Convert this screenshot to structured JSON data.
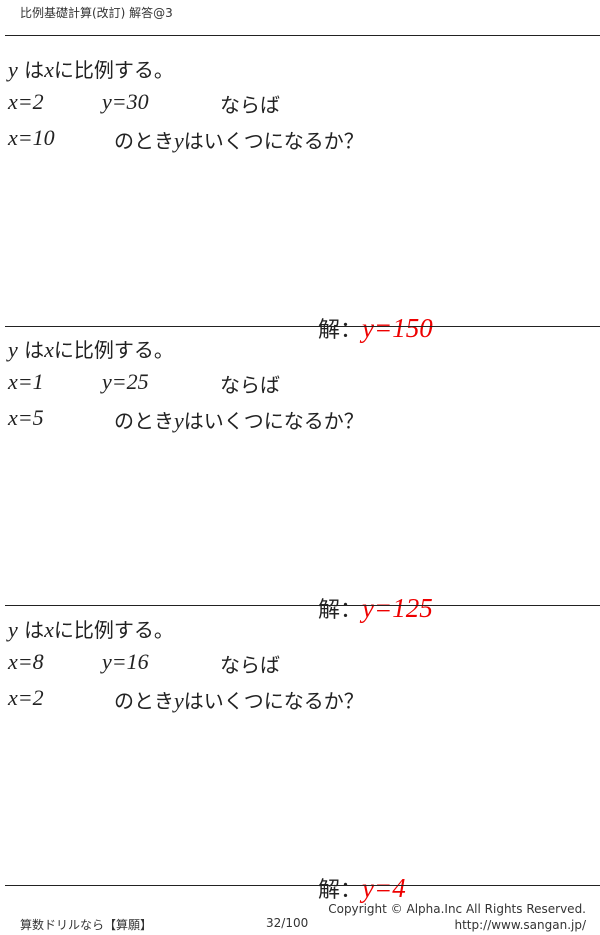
{
  "header": {
    "title": "比例基礎計算(改訂) 解答@3"
  },
  "problems": [
    {
      "intro_var": "y",
      "intro_mid": "は",
      "intro_var2": "x",
      "intro_end": "に比例する。",
      "given_x": "x=2",
      "given_y": "y=30",
      "given_tail": "ならば",
      "ask_x": "x=10",
      "ask_mid": "のとき",
      "ask_var": "y",
      "ask_tail": "はいくつになるか？",
      "answer_label": "解：",
      "answer": "y=150"
    },
    {
      "intro_var": "y",
      "intro_mid": "は",
      "intro_var2": "x",
      "intro_end": "に比例する。",
      "given_x": "x=1",
      "given_y": "y=25",
      "given_tail": "ならば",
      "ask_x": "x=5",
      "ask_mid": "のとき",
      "ask_var": "y",
      "ask_tail": "はいくつになるか？",
      "answer_label": "解：",
      "answer": "y=125"
    },
    {
      "intro_var": "y",
      "intro_mid": "は",
      "intro_var2": "x",
      "intro_end": "に比例する。",
      "given_x": "x=8",
      "given_y": "y=16",
      "given_tail": "ならば",
      "ask_x": "x=2",
      "ask_mid": "のとき",
      "ask_var": "y",
      "ask_tail": "はいくつになるか？",
      "answer_label": "解：",
      "answer": "y=4"
    }
  ],
  "footer": {
    "brand": "算数ドリルなら【算願】",
    "page": "32/100",
    "copyright": "Copyright ©  Alpha.Inc All Rights Reserved.",
    "url": "http://www.sangan.jp/"
  }
}
